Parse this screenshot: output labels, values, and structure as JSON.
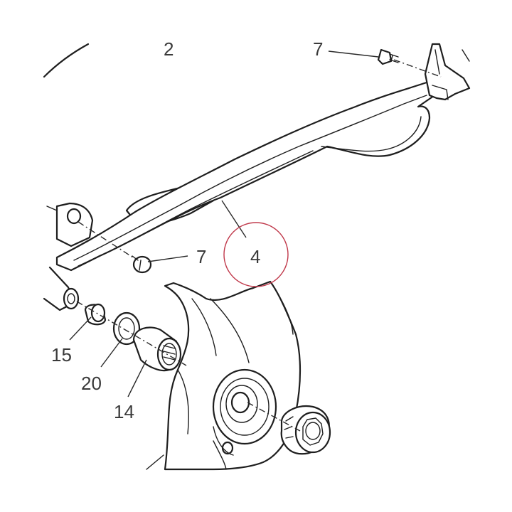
{
  "diagram": {
    "callouts": {
      "c2": "2",
      "c7_top": "7",
      "c7_mid": "7",
      "c4": "4",
      "c15": "15",
      "c20": "20",
      "c14": "14"
    },
    "highlight_color": "#c0394b",
    "line_color": "#1e1e1e"
  }
}
